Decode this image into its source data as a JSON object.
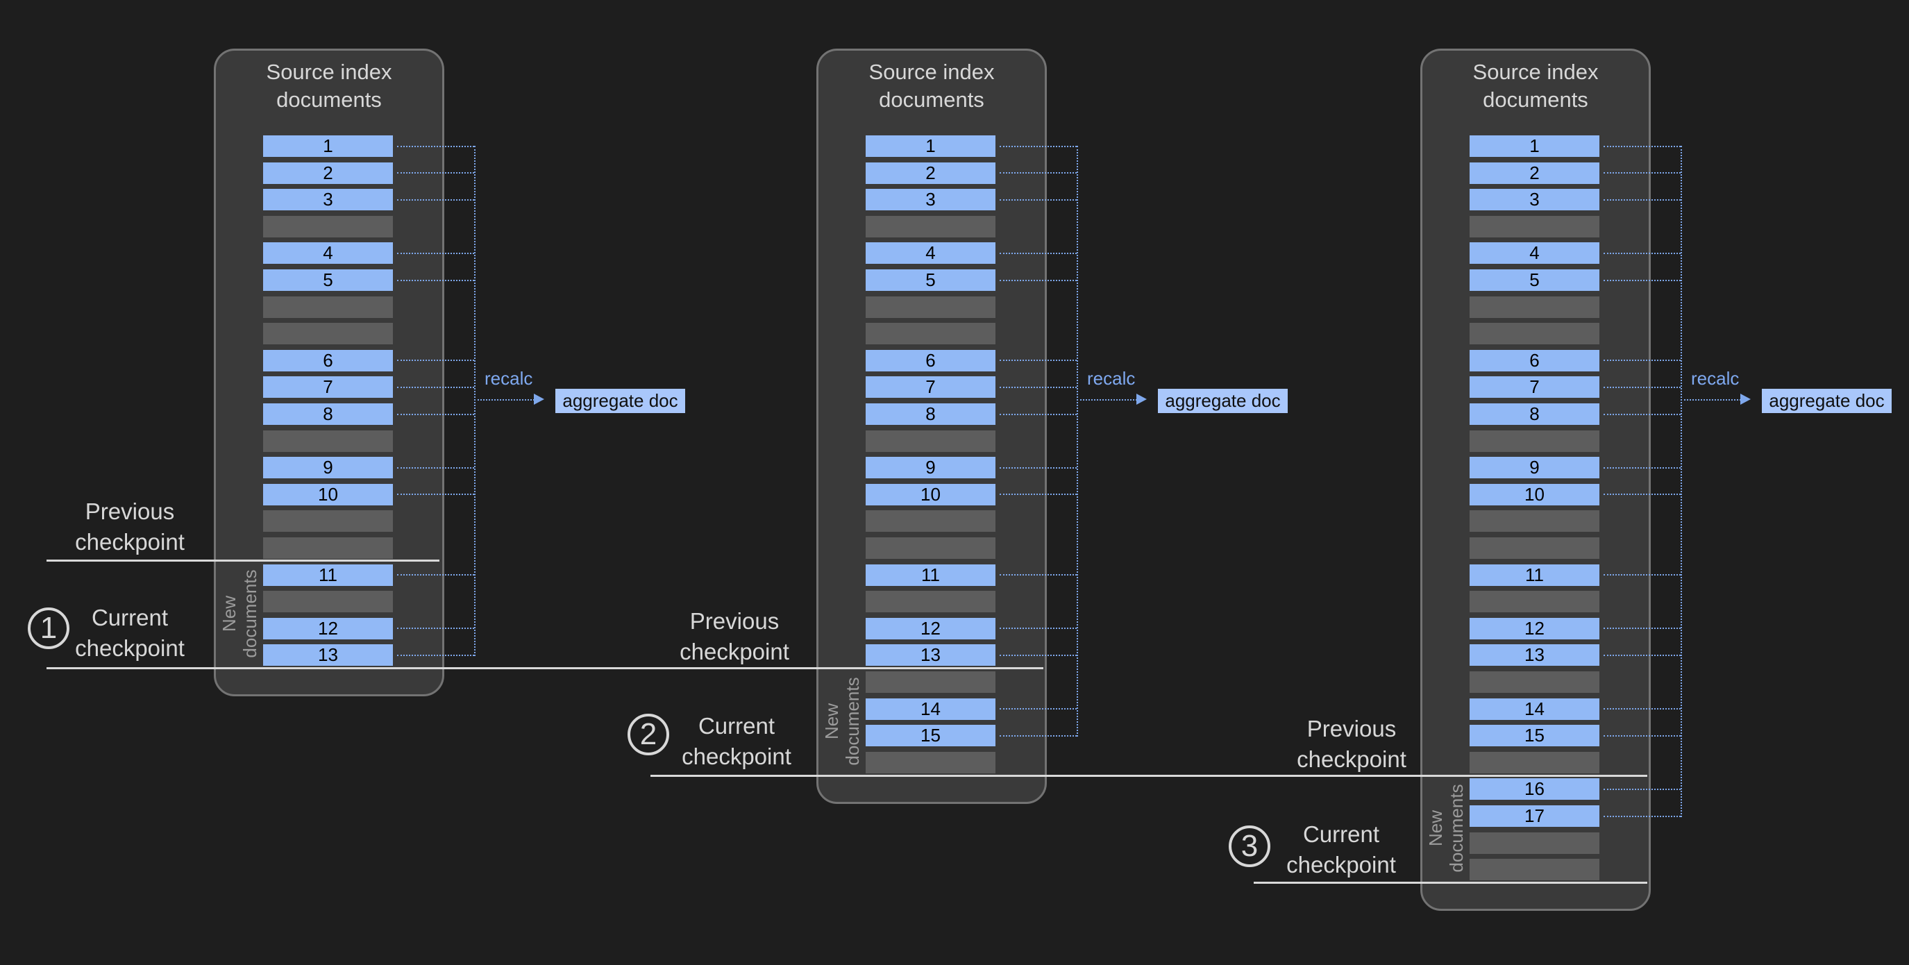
{
  "colors": {
    "background": "#1e1e1e",
    "panel_fill": "#3a3a3a",
    "panel_border": "#737373",
    "document_bar": "#92b9f6",
    "empty_bar": "#5d5d5d",
    "bar_number_text": "#000000",
    "connector": "#7fa8ec",
    "recalc_text": "#7fa9f0",
    "aggregate_fill": "#a9c7fb",
    "aggregate_text": "#0f0f0f",
    "heading_text": "#d8d8d8",
    "new_documents_text": "#9c9c9c",
    "checkpoint_line": "#d9d9d9"
  },
  "diagram": {
    "panels": [
      {
        "title": "Source index documents",
        "recalc_label": "recalc",
        "aggregate_label": "aggregate doc",
        "new_documents_label": "New documents",
        "new_documents_from_row": 16,
        "rows": [
          "1",
          "2",
          "3",
          null,
          "4",
          "5",
          null,
          null,
          "6",
          "7",
          "8",
          null,
          "9",
          "10",
          null,
          null,
          "11",
          null,
          "12",
          "13"
        ]
      },
      {
        "title": "Source index documents",
        "recalc_label": "recalc",
        "aggregate_label": "aggregate doc",
        "new_documents_label": "New documents",
        "new_documents_from_row": 20,
        "rows": [
          "1",
          "2",
          "3",
          null,
          "4",
          "5",
          null,
          null,
          "6",
          "7",
          "8",
          null,
          "9",
          "10",
          null,
          null,
          "11",
          null,
          "12",
          "13",
          null,
          "14",
          "15",
          null
        ]
      },
      {
        "title": "Source index documents",
        "recalc_label": "recalc",
        "aggregate_label": "aggregate doc",
        "new_documents_label": "New documents",
        "new_documents_from_row": 24,
        "rows": [
          "1",
          "2",
          "3",
          null,
          "4",
          "5",
          null,
          null,
          "6",
          "7",
          "8",
          null,
          "9",
          "10",
          null,
          null,
          "11",
          null,
          "12",
          "13",
          null,
          "14",
          "15",
          null,
          "16",
          "17",
          null,
          null
        ]
      }
    ],
    "checkpoints": [
      {
        "number": "1",
        "previous_label": "Previous checkpoint",
        "current_label": "Current checkpoint"
      },
      {
        "number": "2",
        "previous_label": "Previous checkpoint",
        "current_label": "Current checkpoint"
      },
      {
        "number": "3",
        "previous_label": "Previous checkpoint",
        "current_label": "Current checkpoint"
      }
    ]
  }
}
